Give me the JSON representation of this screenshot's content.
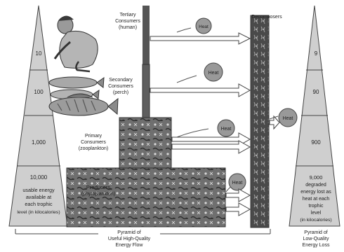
{
  "left_pyramid": {
    "levels": [
      "10",
      "100",
      "1,000",
      "10,000"
    ],
    "note": [
      "usable energy",
      "available at",
      "each trophic",
      "level  (in kilocalories)"
    ]
  },
  "right_pyramid": {
    "levels": [
      "9",
      "90",
      "900"
    ],
    "note": [
      "9,000",
      "degraded",
      "energy lost as",
      "heat at each",
      "trophic",
      "level",
      "(in kilocalories)"
    ]
  },
  "levels": {
    "tertiary": [
      "Tertiary",
      "Consumers",
      "(human)"
    ],
    "secondary": [
      "Secondary",
      "Consumers",
      "(perch)"
    ],
    "primary": [
      "Primary",
      "Consumers",
      "(zooplankton)"
    ],
    "producers": [
      "Producers",
      "(phytoplankton)"
    ]
  },
  "decomposers_label": "Decomposers",
  "heat_label": "Heat",
  "bottom_center": [
    "Pyramid of",
    "Useful High-Quality",
    "Energy Flow"
  ],
  "bottom_right": [
    "Pyramid of",
    "Low-Quality",
    "Energy Loss"
  ]
}
